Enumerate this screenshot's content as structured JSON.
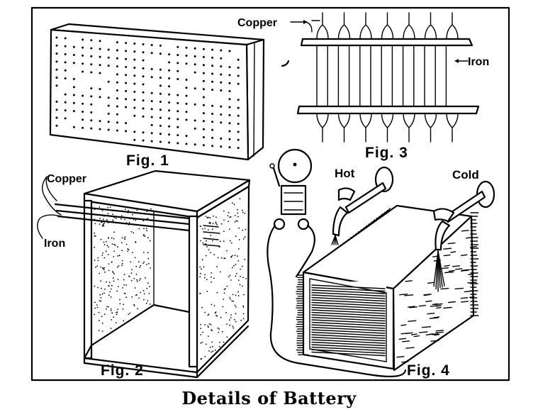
{
  "caption": "Details of Battery",
  "figures": {
    "fig1": {
      "label": "Fig. 1",
      "description": "Perforated plate"
    },
    "fig2": {
      "label": "Fig. 2",
      "description": "Open box with copper and iron strips",
      "callouts": [
        "Copper",
        "Iron"
      ]
    },
    "fig3": {
      "label": "Fig. 3",
      "description": "Copper and iron strips joined between two bars",
      "callouts": [
        "Copper",
        "Iron"
      ]
    },
    "fig4": {
      "label": "Fig. 4",
      "description": "Battery box with hot and cold water taps connected to bell",
      "callouts": [
        "Hot",
        "Cold"
      ]
    }
  },
  "colors": {
    "ink": "#000000",
    "paper": "#ffffff"
  }
}
